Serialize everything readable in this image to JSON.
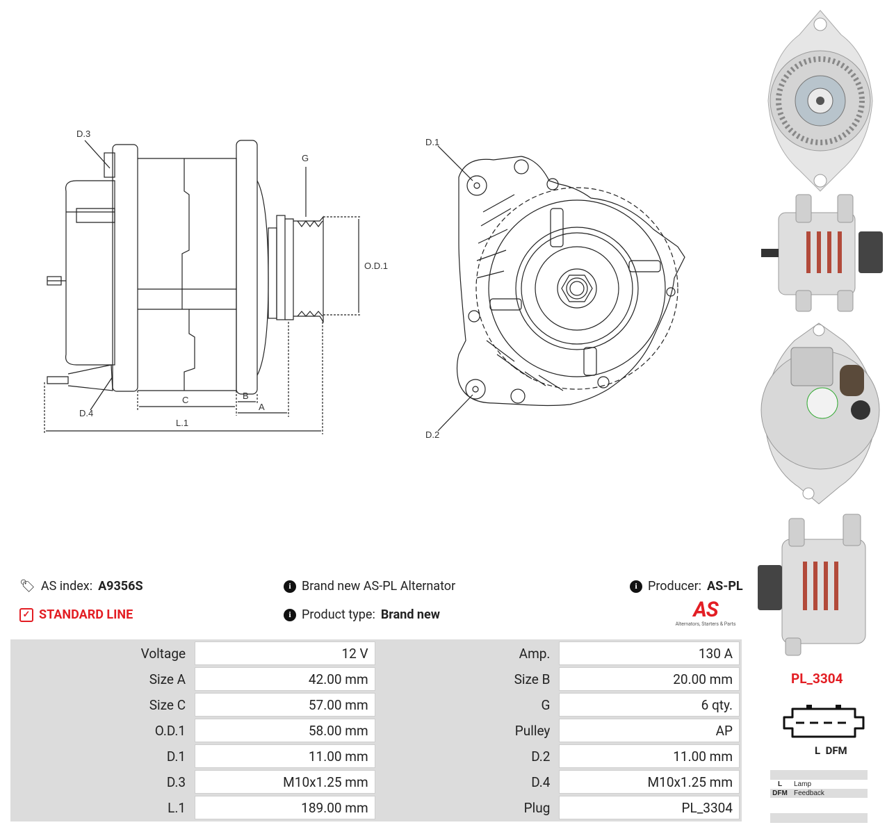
{
  "header": {
    "as_index_label": "AS index:",
    "as_index_value": "A9356S",
    "line_label": "STANDARD LINE",
    "brand_text": "Brand new AS-PL Alternator",
    "product_type_label": "Product type:",
    "product_type_value": "Brand new",
    "producer_label": "Producer:",
    "producer_value": "AS-PL",
    "logo_text": "AS",
    "logo_tagline": "Alternators, Starters & Parts"
  },
  "drawing_labels": {
    "d3": "D.3",
    "d4": "D.4",
    "g": "G",
    "od1": "O.D.1",
    "c": "C",
    "b": "B",
    "a": "A",
    "l1": "L.1",
    "d1": "D.1",
    "d2": "D.2"
  },
  "specs": [
    {
      "k1": "Voltage",
      "v1": "12 V",
      "k2": "Amp.",
      "v2": "130 A"
    },
    {
      "k1": "Size A",
      "v1": "42.00 mm",
      "k2": "Size B",
      "v2": "20.00 mm"
    },
    {
      "k1": "Size C",
      "v1": "57.00 mm",
      "k2": "G",
      "v2": "6 qty."
    },
    {
      "k1": "O.D.1",
      "v1": "58.00 mm",
      "k2": "Pulley",
      "v2": "AP"
    },
    {
      "k1": "D.1",
      "v1": "11.00 mm",
      "k2": "D.2",
      "v2": "11.00 mm"
    },
    {
      "k1": "D.3",
      "v1": "M10x1.25 mm",
      "k2": "D.4",
      "v2": "M10x1.25 mm"
    },
    {
      "k1": "L.1",
      "v1": "189.00 mm",
      "k2": "Plug",
      "v2": "PL_3304"
    }
  ],
  "plug": {
    "code": "PL_3304",
    "pins_label": "L  DFM",
    "legend": [
      {
        "code": "L",
        "desc": "Lamp"
      },
      {
        "code": "DFM",
        "desc": "Feedback"
      }
    ]
  },
  "colors": {
    "accent": "#e31e24",
    "table_key_bg": "#dcdcdc"
  }
}
